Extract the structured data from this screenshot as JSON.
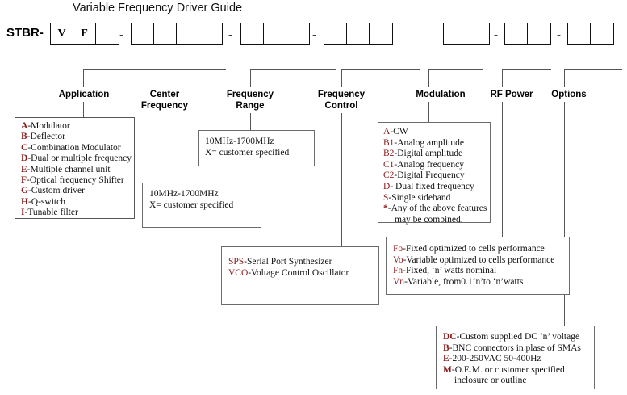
{
  "title": "Variable Frequency Driver Guide",
  "code_row": {
    "prefix": "STBR-",
    "separator": "-",
    "groups": [
      {
        "name": "group-application",
        "cells": [
          "V",
          "F",
          ""
        ]
      },
      {
        "name": "group-center-frequency",
        "cells": [
          "",
          "",
          "",
          ""
        ]
      },
      {
        "name": "group-frequency-range",
        "cells": [
          "",
          "",
          ""
        ]
      },
      {
        "name": "group-frequency-control",
        "cells": [
          "",
          "",
          ""
        ]
      },
      {
        "name": "group-modulation",
        "cells": [
          "",
          ""
        ]
      },
      {
        "name": "group-rf-power",
        "cells": [
          "",
          ""
        ]
      },
      {
        "name": "group-options",
        "cells": [
          "",
          ""
        ]
      }
    ]
  },
  "columns": [
    {
      "id": "application",
      "label": "Application"
    },
    {
      "id": "center-frequency",
      "label": "Center\nFrequency"
    },
    {
      "id": "frequency-range",
      "label": "Frequency\nRange"
    },
    {
      "id": "frequency-control",
      "label": "Frequency\nControl"
    },
    {
      "id": "modulation",
      "label": "Modulation"
    },
    {
      "id": "rf-power",
      "label": "RF Power"
    },
    {
      "id": "options",
      "label": "Options"
    }
  ],
  "application_box": {
    "items": [
      {
        "key": "A",
        "text": "-Modulator"
      },
      {
        "key": "B",
        "text": "-Deflector"
      },
      {
        "key": "C",
        "text": "-Combination Modulator"
      },
      {
        "key": "D",
        "text": "-Dual or multiple frequency"
      },
      {
        "key": "E",
        "text": "-Multiple channel unit"
      },
      {
        "key": "F",
        "text": "-Optical frequency Shifter"
      },
      {
        "key": "G",
        "text": "-Custom driver"
      },
      {
        "key": "H",
        "text": "-Q-switch"
      },
      {
        "key": "I",
        "text": "-Tunable filter"
      }
    ]
  },
  "center_frequency_box": {
    "line1": "10MHz-1700MHz",
    "line2": "X= customer specified"
  },
  "frequency_range_box": {
    "line1": "10MHz-1700MHz",
    "line2": "X= customer specified"
  },
  "frequency_control_box": {
    "items": [
      {
        "key": "SPS",
        "text": "-Serial Port Synthesizer"
      },
      {
        "key": "VCO",
        "text": "-Voltage Control Oscillator"
      }
    ]
  },
  "modulation_box": {
    "items": [
      {
        "key": "A",
        "text": "-CW"
      },
      {
        "key": "B1",
        "text": "-Analog amplitude"
      },
      {
        "key": "B2",
        "text": "-Digital amplitude"
      },
      {
        "key": "C1",
        "text": "-Analog frequency"
      },
      {
        "key": "C2",
        "text": "-Digital Frequency"
      },
      {
        "key": "D",
        "text": "- Dual fixed frequency"
      },
      {
        "key": "S",
        "text": "-Single sideband"
      },
      {
        "key": "*",
        "text": "-Any of the above features"
      }
    ],
    "continuation": "may be combined."
  },
  "rf_power_box": {
    "items": [
      {
        "key": "Fo",
        "text": "-Fixed optimized to cells performance"
      },
      {
        "key": "Vo",
        "text": "-Variable optimized to cells performance"
      },
      {
        "key": "Fn",
        "text": "-Fixed, ‘n’ watts nominal"
      },
      {
        "key": "Vn",
        "text": "-Variable, from0.1‘n’to ‘n’watts"
      }
    ]
  },
  "options_box": {
    "items": [
      {
        "key": "DC",
        "text": "-Custom supplied DC ‘n’ voltage"
      },
      {
        "key": "B",
        "text": "-BNC connectors in plase of SMAs"
      },
      {
        "key": "E",
        "text": "-200-250VAC 50-400Hz"
      },
      {
        "key": "M",
        "text": "-O.E.M. or customer specified"
      }
    ],
    "continuation": "inclosure or outline"
  },
  "colors": {
    "key_red": "#8b1a1a",
    "text_black": "#111111",
    "line_gray": "#555555",
    "box_border": "#6b6b6b",
    "background": "#ffffff"
  }
}
